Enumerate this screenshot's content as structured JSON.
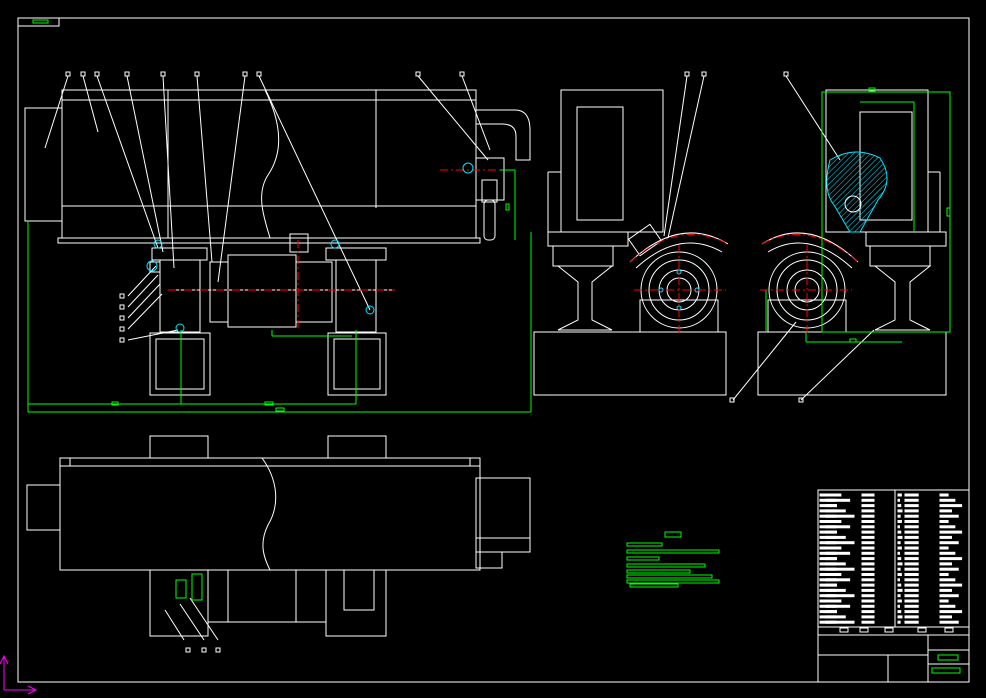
{
  "drawing": {
    "colors": {
      "background": "#000000",
      "line": "#ffffff",
      "dimension": "#00ff00",
      "centerline": "#ff0000",
      "hatch": "#00ffff",
      "ucs": "#ff00ff"
    },
    "views": [
      "front-elevation",
      "side-view-left",
      "side-view-right",
      "plan-view"
    ],
    "title_block": {
      "visible_text": []
    },
    "technical_notes": {
      "visible_text": []
    }
  }
}
